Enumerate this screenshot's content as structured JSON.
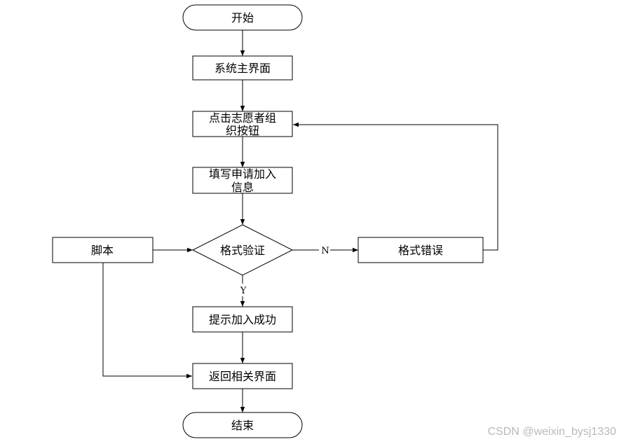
{
  "nodes": {
    "start": "开始",
    "main_ui": "系统主界面",
    "click_btn_line1": "点击志愿者组",
    "click_btn_line2": "织按钮",
    "fill_line1": "填写申请加入",
    "fill_line2": "信息",
    "script": "脚本",
    "validate": "格式验证",
    "format_error": "格式错误",
    "success": "提示加入成功",
    "return": "返回相关界面",
    "end": "结束"
  },
  "edges": {
    "no_label": "N",
    "yes_label": "Y"
  },
  "watermark": "CSDN @weixin_bysj1330"
}
